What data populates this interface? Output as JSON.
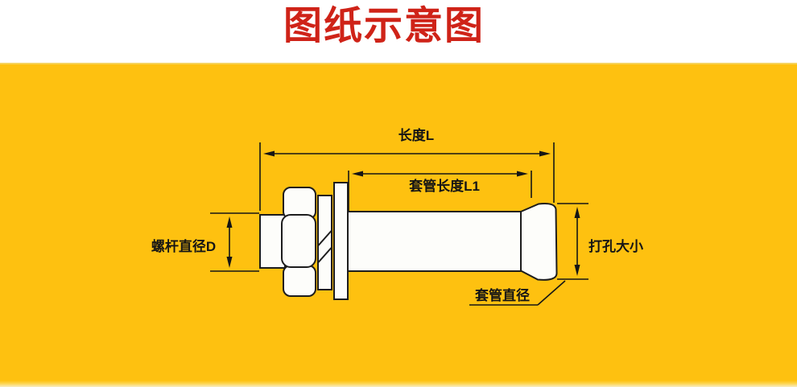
{
  "title": "图纸示意图",
  "colors": {
    "title_red": "#cf2318",
    "panel_yellow": "#fec110",
    "line_black": "#1d1d1d",
    "part_fill": "#fdfdfa"
  },
  "diagram": {
    "subject": "expansion-anchor-bolt-side-view",
    "labels": {
      "length": "长度L",
      "sleeve_length": "套管长度L1",
      "screw_diameter": "螺杆直径D",
      "hole_size": "打孔大小",
      "sleeve_diameter": "套管直径"
    }
  }
}
